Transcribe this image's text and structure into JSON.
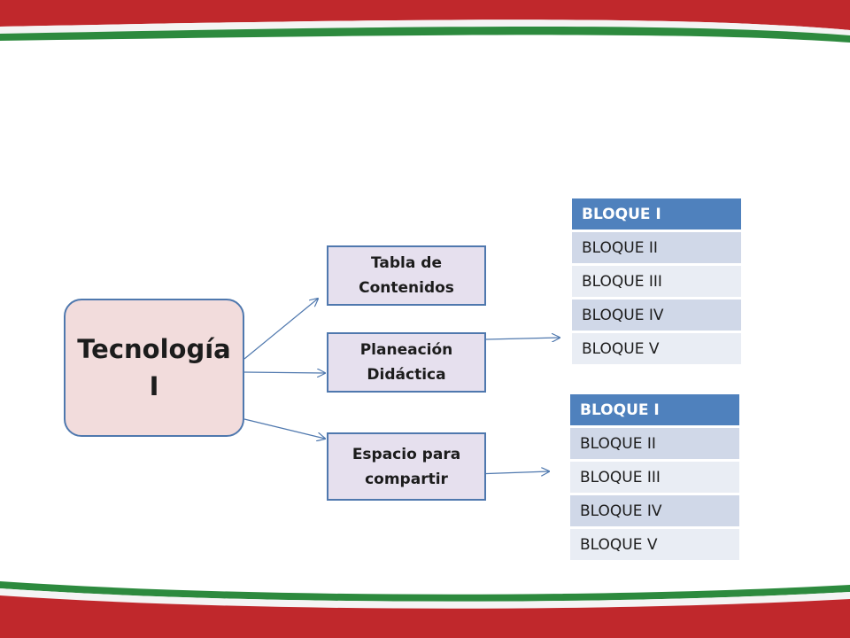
{
  "colors": {
    "banner_red": "#c0282c",
    "banner_green": "#2d8a3e",
    "node_fill": "#f2dcdc",
    "box_fill": "#e6e0ee",
    "border_blue": "#4f78ae",
    "table_header": "#4f81bd",
    "row_shade_a": "#d0d8e8",
    "row_shade_b": "#e9edf4"
  },
  "diagram": {
    "main_node": "Tecnología I",
    "nodes": [
      {
        "label": "Tabla de Contenidos"
      },
      {
        "label": "Planeación Didáctica"
      },
      {
        "label": "Espacio para compartir"
      }
    ],
    "tables": [
      {
        "rows": [
          "BLOQUE I",
          "BLOQUE II",
          "BLOQUE III",
          "BLOQUE IV",
          "BLOQUE V"
        ]
      },
      {
        "rows": [
          "BLOQUE I",
          "BLOQUE II",
          "BLOQUE III",
          "BLOQUE IV",
          "BLOQUE V"
        ]
      }
    ]
  }
}
